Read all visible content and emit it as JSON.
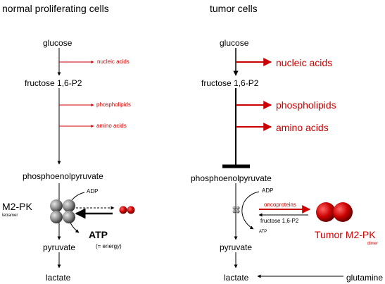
{
  "colors": {
    "red": "#cc0000",
    "black": "#000000",
    "sphere_grey": "#888888"
  },
  "normal": {
    "heading": "normal proliferating cells",
    "glucose": "glucose",
    "nucleic_acids": "nucleic acids",
    "fructose": "fructose 1,6-P2",
    "phospholipids": "phospholipids",
    "amino_acids": "amino acids",
    "pep": "phosphoenolpyruvate",
    "m2pk": "M2-PK",
    "tetramer": "tetramer",
    "adp": "ADP",
    "atp": "ATP",
    "energy": "(= energy)",
    "pyruvate": "pyruvate",
    "lactate": "lactate"
  },
  "tumor": {
    "heading": "tumor cells",
    "glucose": "glucose",
    "nucleic_acids": "nucleic acids",
    "fructose": "fructose 1,6-P2",
    "phospholipids": "phospholipids",
    "amino_acids": "amino acids",
    "pep": "phosphoenolpyruvate",
    "adp": "ADP",
    "oncoproteins": "oncoproteins",
    "fructose_small": "fructose 1,6-P2",
    "atp": "ATP",
    "tumor_m2pk": "Tumor M2-PK",
    "dimer": "dimer",
    "pyruvate": "pyruvate",
    "lactate": "lactate",
    "glutamine": "glutamine"
  }
}
